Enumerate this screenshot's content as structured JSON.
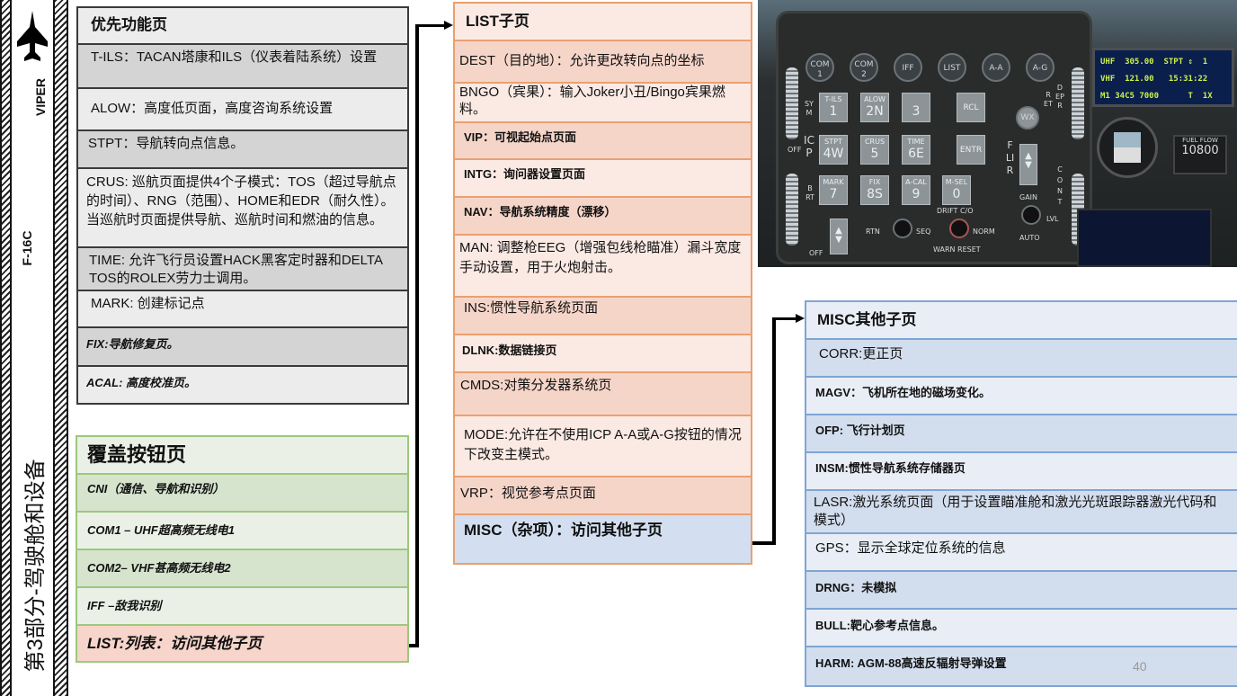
{
  "sidebar": {
    "logo_text": "VIPER",
    "model": "F-16C",
    "section_title": "第3部分-驾驶舱和设备"
  },
  "priority_pages": {
    "title": "优先功能页",
    "items": [
      {
        "text": "T-ILS：TACAN塔康和ILS（仪表着陆系统）设置"
      },
      {
        "text": "ALOW：高度低页面，高度咨询系统设置"
      },
      {
        "text": "STPT：导航转向点信息。"
      },
      {
        "text": "CRUS: 巡航页面提供4个子模式：TOS（超过导航点的时间）、RNG（范围）、HOME和EDR（耐久性）。当巡航时页面提供导航、巡航时间和燃油的信息。"
      },
      {
        "text": "TIME: 允许飞行员设置HACK黑客定时器和DELTA TOS的ROLEX劳力士调用。"
      },
      {
        "text": "MARK: 创建标记点"
      },
      {
        "text": "FIX:导航修复页。"
      },
      {
        "text": "ACAL: 高度校准页。"
      }
    ]
  },
  "override_pages": {
    "title": "覆盖按钮页",
    "items": [
      {
        "text": "CNI（通信、导航和识别）"
      },
      {
        "text": "COM1 – UHF超高频无线电1"
      },
      {
        "text": "COM2– VHF甚高频无线电2"
      },
      {
        "text": "IFF –敌我识别"
      },
      {
        "text": "LIST:列表：访问其他子页"
      }
    ]
  },
  "list_pages": {
    "title": "LIST子页",
    "items": [
      {
        "text": "DEST（目的地）：允许更改转向点的坐标"
      },
      {
        "text": "BNGO（宾果）：输入Joker小丑/Bingo宾果燃料。"
      },
      {
        "text": "VIP：可视起始点页面"
      },
      {
        "text": "INTG：询问器设置页面"
      },
      {
        "text": "NAV：导航系统精度（漂移）"
      },
      {
        "text": "MAN: 调整枪EEG（增强包线枪瞄准）漏斗宽度手动设置，用于火炮射击。"
      },
      {
        "text": "INS:惯性导航系统页面"
      },
      {
        "text": "DLNK:数据链接页"
      },
      {
        "text": "CMDS:对策分发器系统页"
      },
      {
        "text": "MODE:允许在不使用ICP A-A或A-G按钮的情况下改变主模式。"
      },
      {
        "text": "VRP：视觉参考点页面"
      },
      {
        "text": "MISC（杂项）：访问其他子页"
      }
    ]
  },
  "misc_pages": {
    "title": "MISC其他子页",
    "items": [
      {
        "text": "CORR:更正页"
      },
      {
        "text": "MAGV：飞机所在地的磁场变化。"
      },
      {
        "text": "OFP: 飞行计划页"
      },
      {
        "text": "INSM:惯性导航系统存储器页"
      },
      {
        "text": "LASR:激光系统页面（用于设置瞄准舱和激光光斑跟踪器激光代码和模式）"
      },
      {
        "text": "GPS：显示全球定位系统的信息"
      },
      {
        "text": "DRNG：未模拟"
      },
      {
        "text": "BULL:靶心参考点信息。"
      },
      {
        "text": "HARM: AGM-88高速反辐射导弹设置"
      }
    ]
  },
  "page_number": "40",
  "icp_photo": {
    "top_buttons": [
      {
        "l1": "COM",
        "l2": "1"
      },
      {
        "l1": "COM",
        "l2": "2"
      },
      {
        "l1": "IFF",
        "l2": ""
      },
      {
        "l1": "LIST",
        "l2": ""
      },
      {
        "l1": "A-A",
        "l2": ""
      },
      {
        "l1": "A-G",
        "l2": ""
      }
    ],
    "keys": [
      {
        "label": "T-ILS",
        "num": "1"
      },
      {
        "label": "ALOW",
        "num": "2N"
      },
      {
        "label": "",
        "num": "3"
      },
      {
        "label": "RCL",
        "num": ""
      },
      {
        "label": "STPT",
        "num": "4W"
      },
      {
        "label": "CRUS",
        "num": "5"
      },
      {
        "label": "TIME",
        "num": "6E"
      },
      {
        "label": "ENTR",
        "num": ""
      },
      {
        "label": "MARK",
        "num": "7"
      },
      {
        "label": "FIX",
        "num": "8S"
      },
      {
        "label": "A-CAL",
        "num": "9"
      },
      {
        "label": "M-SEL",
        "num": "0"
      }
    ],
    "labels": {
      "sym": "SYM",
      "icp": "ICP",
      "brt": "BRT",
      "off": "OFF",
      "off2": "OFF",
      "flir": "FLIR",
      "ret": "RET",
      "depr": "DEPR",
      "cont": "CONT",
      "wx": "WX",
      "gain": "GAIN",
      "lvl": "LVL",
      "auto": "AUTO",
      "rtn": "RTN",
      "seq": "SEQ",
      "drift": "DRIFT C/O",
      "norm": "NORM",
      "warn": "WARN RESET"
    },
    "ded": [
      "UHF  305.00  STPT ⇕  1",
      "VHF  121.00   15:31:22",
      "M1 34C5 7000      T  1X"
    ],
    "fuel": {
      "label": "FUEL FLOW",
      "value": "10800"
    },
    "display_color": "#c8f04c"
  }
}
